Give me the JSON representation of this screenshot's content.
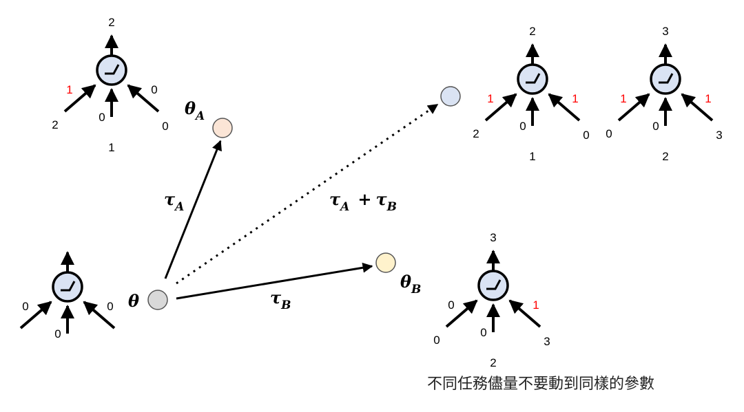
{
  "colors": {
    "weight_changed": "#ff0000",
    "weight_default": "#000000",
    "neuron_fill": "#dae3f3",
    "theta": "#d9d9d9",
    "theta_a": "#fbe5d6",
    "theta_b": "#fff2cc",
    "theta_sum": "#dae3f3"
  },
  "points": {
    "theta": {
      "label": "θ"
    },
    "theta_a": {
      "label": "θ",
      "sub": "A"
    },
    "theta_b": {
      "label": "θ",
      "sub": "B"
    },
    "theta_sum": {
      "label": ""
    }
  },
  "vectors": {
    "tau_a": {
      "label": "τ",
      "sub": "A"
    },
    "tau_b": {
      "label": "τ",
      "sub": "B"
    },
    "tau_sum": {
      "label": "τ",
      "sub": "A",
      "plus": "+",
      "label2": "τ",
      "sub2": "B"
    }
  },
  "neurons": [
    {
      "name": "neuron-theta-a",
      "output": "2",
      "weights": [
        "1",
        "0",
        "0"
      ],
      "changed": [
        true,
        false,
        false
      ],
      "inputs": [
        "2",
        "1",
        "0"
      ]
    },
    {
      "name": "neuron-theta-sum-1",
      "output": "2",
      "weights": [
        "1",
        "0",
        "1"
      ],
      "changed": [
        true,
        false,
        true
      ],
      "inputs": [
        "2",
        "1",
        "0"
      ]
    },
    {
      "name": "neuron-theta-sum-2",
      "output": "3",
      "weights": [
        "1",
        "0",
        "1"
      ],
      "changed": [
        true,
        false,
        true
      ],
      "inputs": [
        "0",
        "2",
        "3"
      ]
    },
    {
      "name": "neuron-theta",
      "output": "",
      "weights": [
        "0",
        "0",
        "0"
      ],
      "changed": [
        false,
        false,
        false
      ],
      "inputs": [
        "",
        "",
        ""
      ]
    },
    {
      "name": "neuron-theta-b",
      "output": "3",
      "weights": [
        "0",
        "0",
        "1"
      ],
      "changed": [
        false,
        false,
        true
      ],
      "inputs": [
        "0",
        "2",
        "3"
      ]
    }
  ],
  "caption": "不同任務儘量不要動到同樣的參數"
}
